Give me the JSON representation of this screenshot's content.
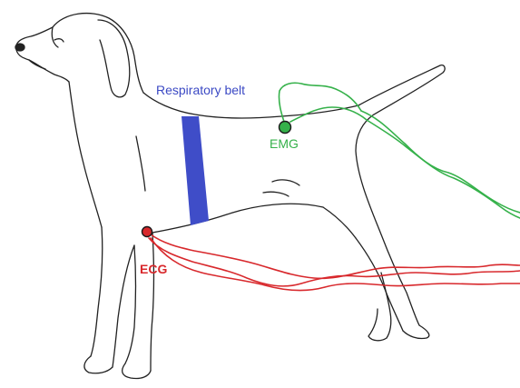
{
  "labels": {
    "respiratory_belt": "Respiratory belt",
    "emg": "EMG",
    "ecg": "ECG"
  },
  "colors": {
    "outline": "#222222",
    "respiratory_belt": "#3f4dc8",
    "emg": "#35b14a",
    "ecg": "#d8282c",
    "background": "#ffffff"
  }
}
